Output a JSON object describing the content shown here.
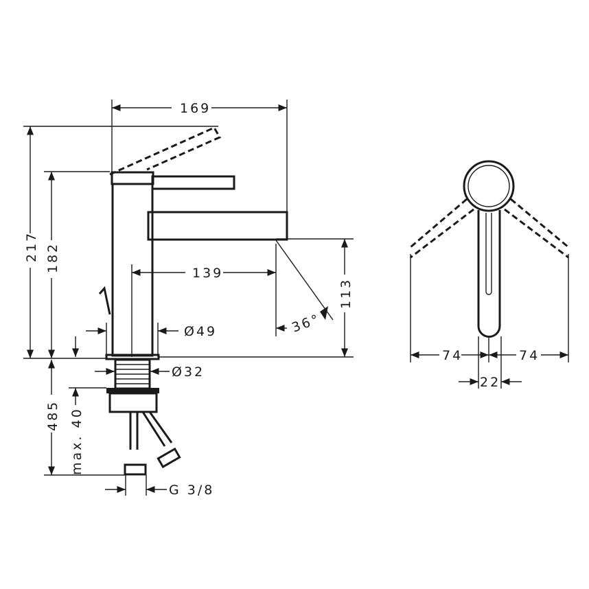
{
  "dimensions": {
    "width": "169",
    "height_total": "217",
    "height_body": "182",
    "reach": "139",
    "spout_height": "113",
    "angle": "36°",
    "diameter_body": "Ø49",
    "diameter_thread": "Ø32",
    "hose_length": "485",
    "max_thickness": "max. 40",
    "connection": "G 3/8",
    "swing_left": "74",
    "swing_right": "74",
    "handle_width": "22"
  }
}
